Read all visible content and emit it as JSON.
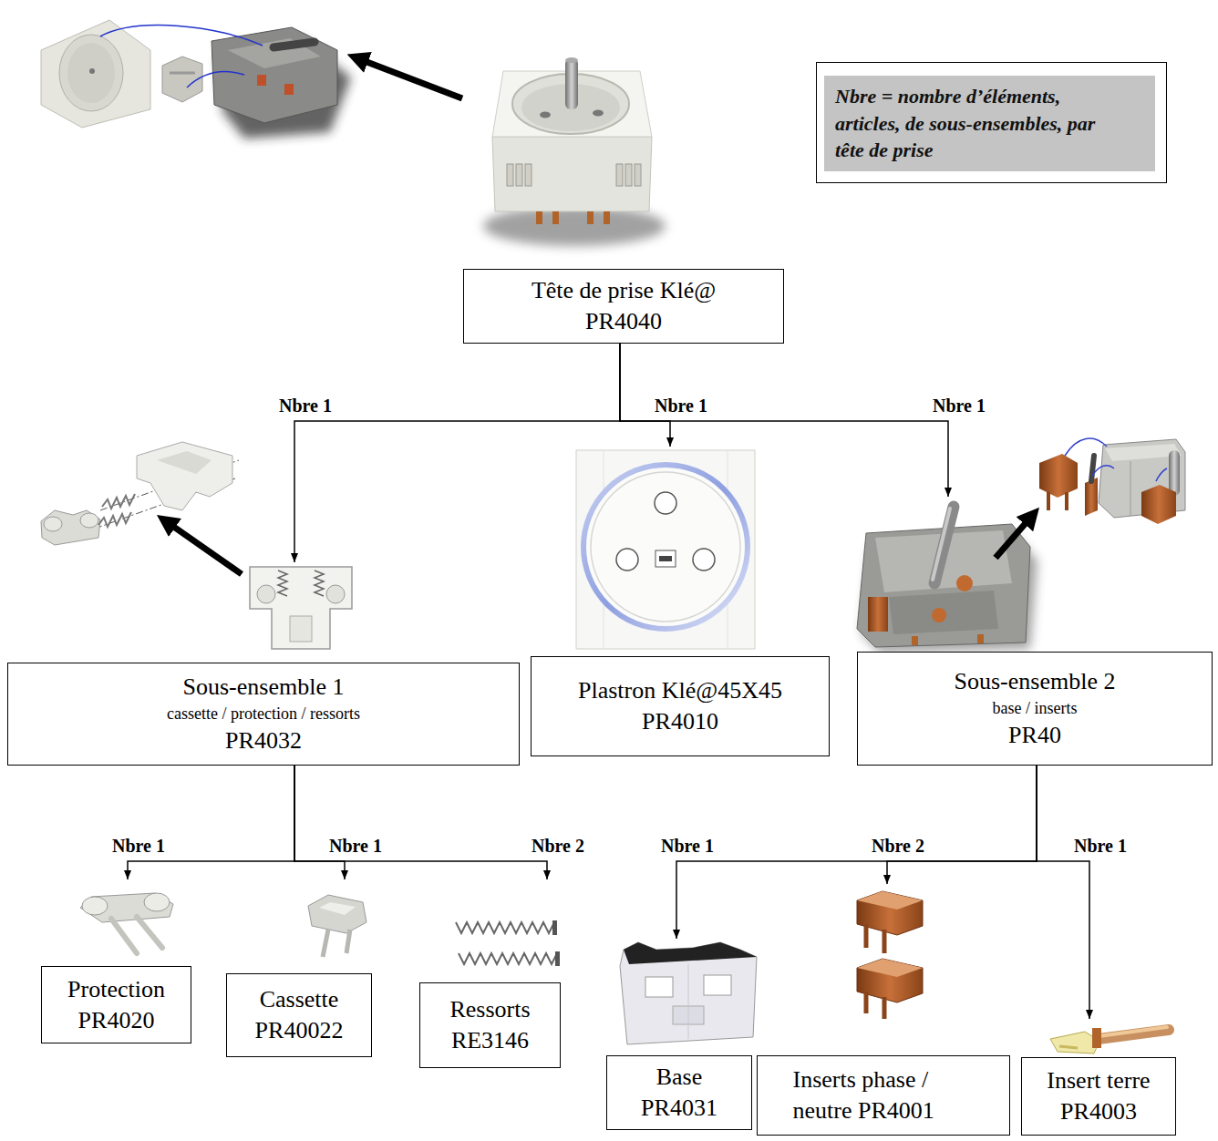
{
  "diagram": {
    "nodes": [
      {
        "text": [
          "Nbre = nombre d’éléments, articles, de sous-ensembles, par tête de prise"
        ]
      },
      {
        "text": [
          "Tête de prise Klé@",
          "PR4040"
        ]
      },
      {
        "text": [
          "Sous-ensemble 1",
          "cassette / protection / ressorts",
          "PR4032"
        ]
      },
      {
        "text": [
          "Plastron Klé@45X45",
          "PR4010"
        ]
      },
      {
        "text": [
          "Sous-ensemble 2",
          "base / inserts",
          "PR40"
        ]
      },
      {
        "text": [
          "Protection",
          "PR4020"
        ]
      },
      {
        "text": [
          "Cassette",
          "PR40022"
        ]
      },
      {
        "text": [
          "Ressorts",
          "RE3146"
        ]
      },
      {
        "text": [
          "Base",
          "PR4031"
        ]
      },
      {
        "text": [
          "Inserts phase / neutre PR4001"
        ]
      },
      {
        "text": [
          "Insert terre",
          "PR4003"
        ]
      }
    ],
    "edges": [
      {
        "from": 1,
        "to": 2,
        "arrow": "to",
        "label": "Nbre 1"
      },
      {
        "from": 1,
        "to": 3,
        "arrow": "to",
        "label": "Nbre 1"
      },
      {
        "from": 1,
        "to": 4,
        "arrow": "to",
        "label": "Nbre 1"
      },
      {
        "from": 2,
        "to": 5,
        "arrow": "to",
        "label": "Nbre 1"
      },
      {
        "from": 2,
        "to": 6,
        "arrow": "to",
        "label": "Nbre 1"
      },
      {
        "from": 2,
        "to": 7,
        "arrow": "to",
        "label": "Nbre 2"
      },
      {
        "from": 4,
        "to": 8,
        "arrow": "to",
        "label": "Nbre 1"
      },
      {
        "from": 4,
        "to": 9,
        "arrow": "to",
        "label": "Nbre 2"
      },
      {
        "from": 4,
        "to": 10,
        "arrow": "to",
        "label": "Nbre 1"
      }
    ]
  }
}
